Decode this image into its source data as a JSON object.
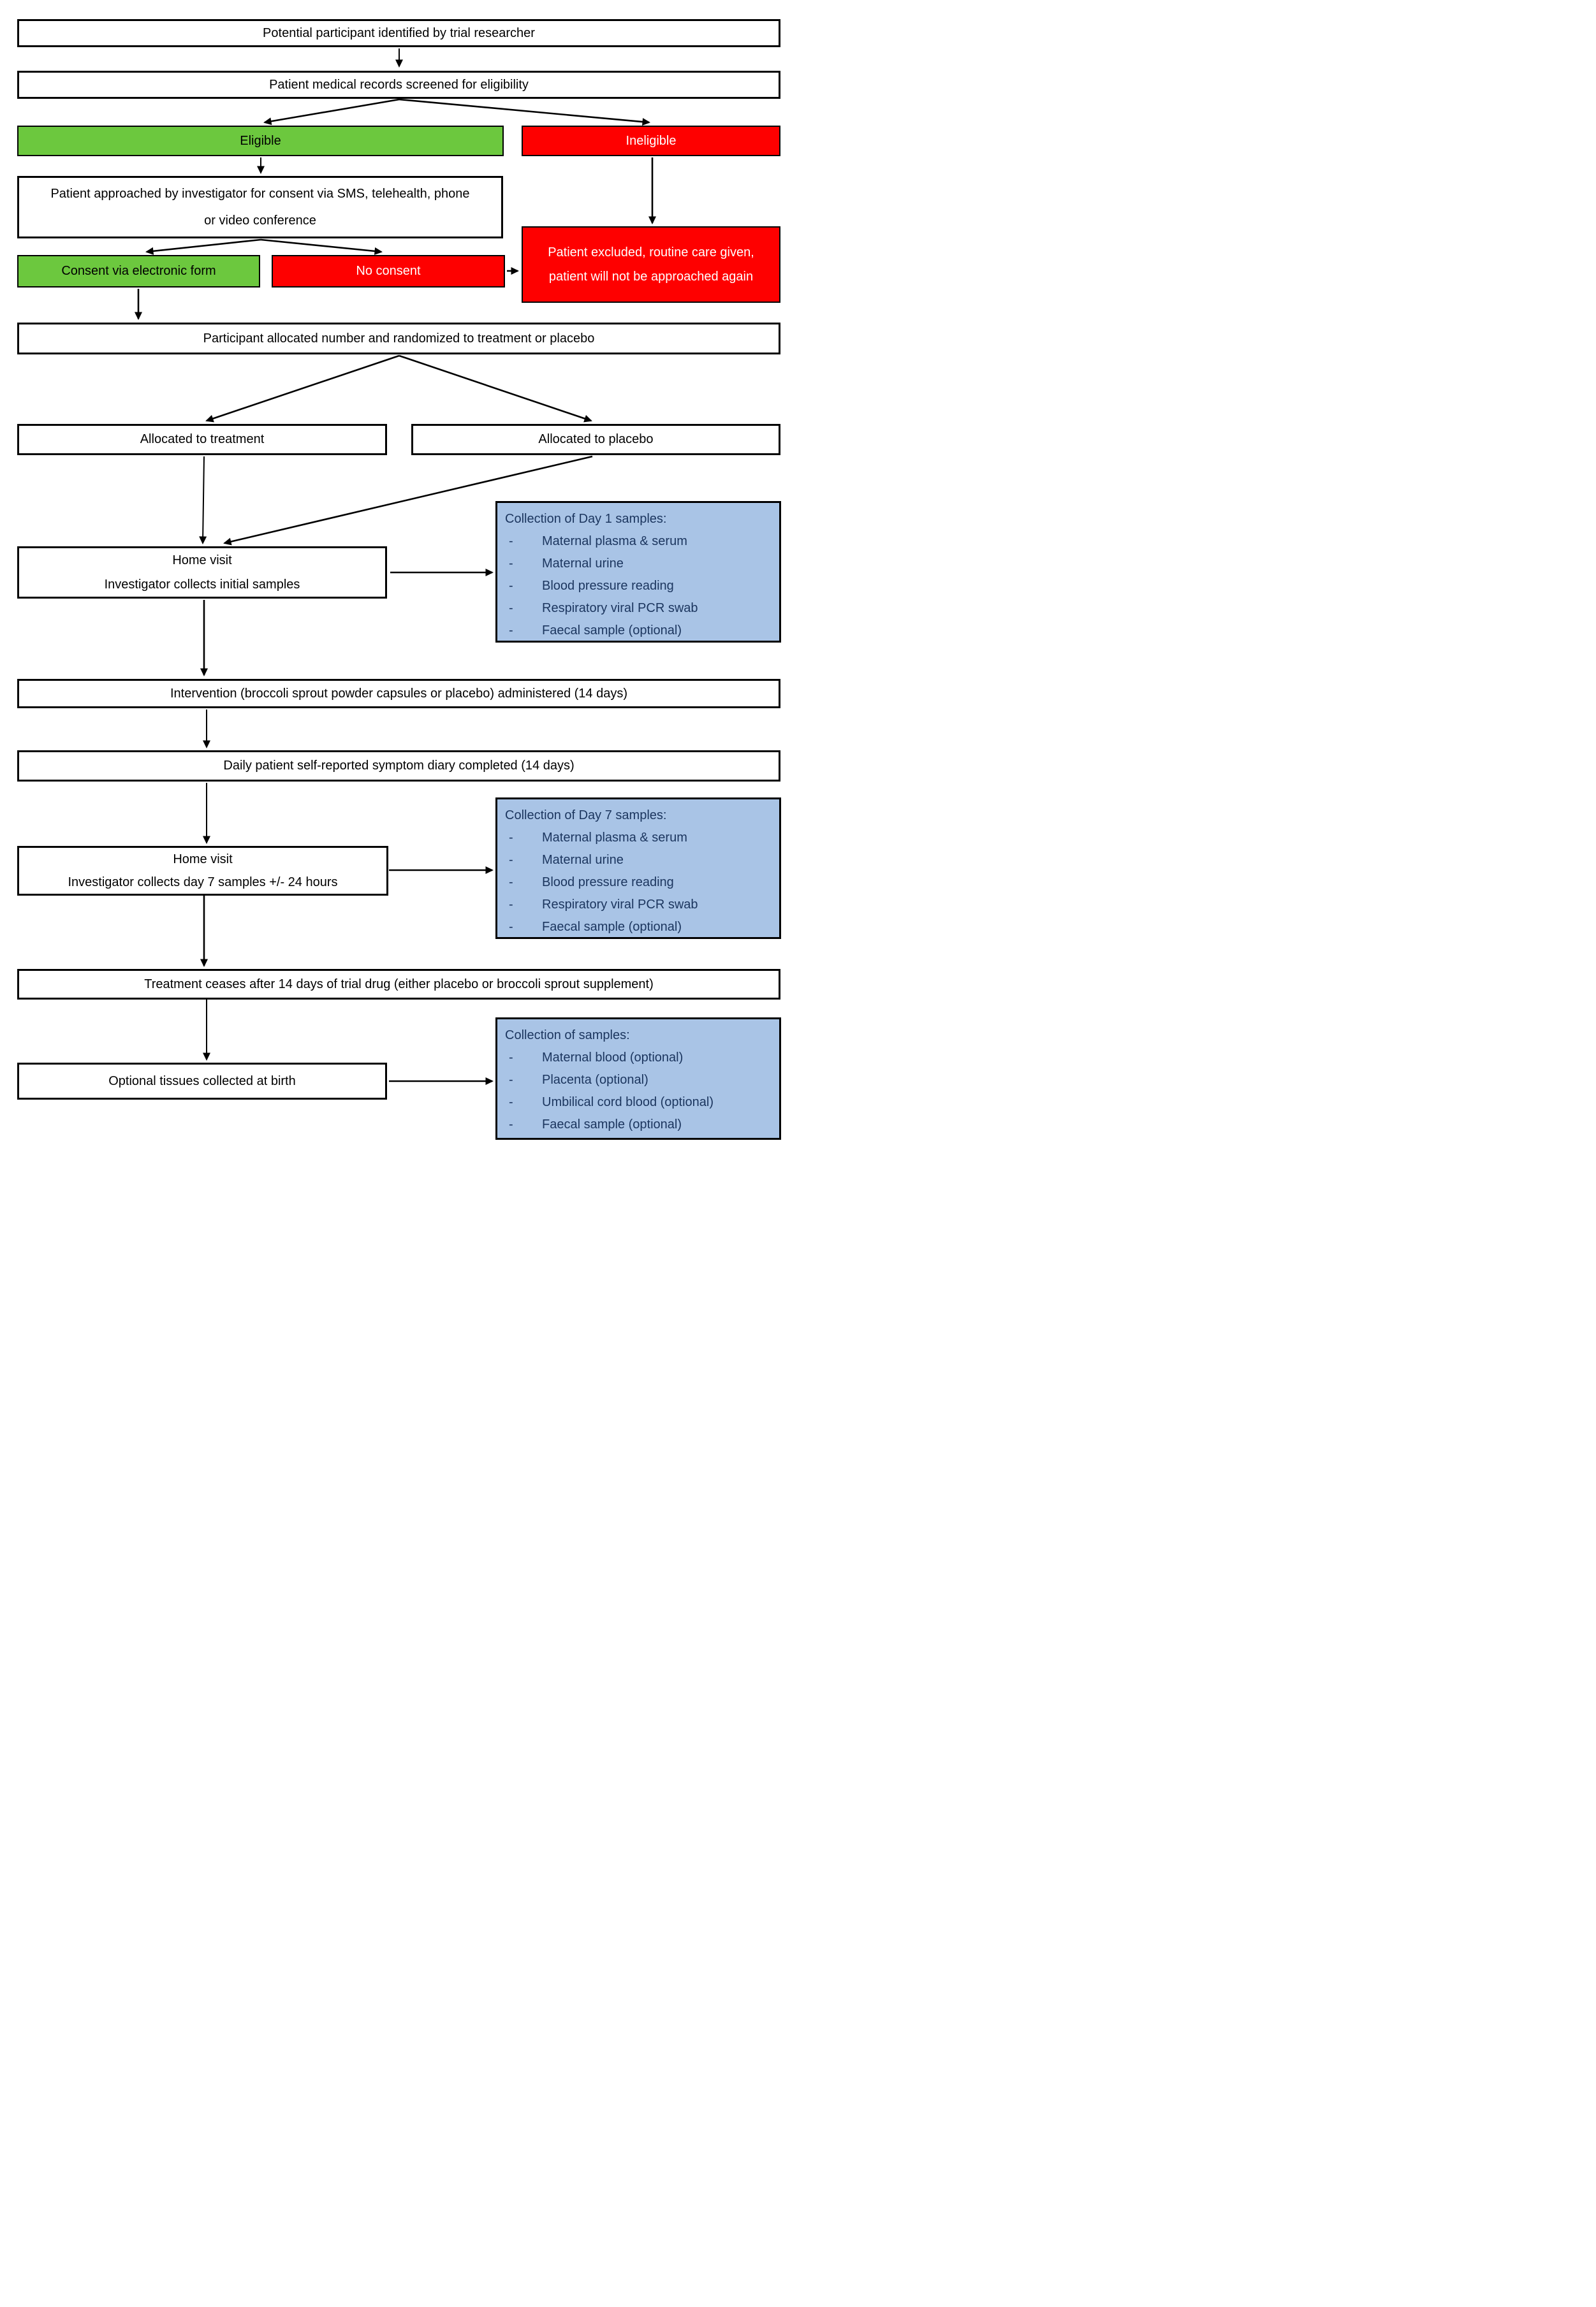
{
  "bullet": "-",
  "colors": {
    "positive_green": "#6cc83e",
    "negative_red": "#fe0000",
    "info_blue": "#a9c4e6",
    "info_text_navy": "#1b355e",
    "box_border": "#000000"
  },
  "nodes": {
    "identified": {
      "label": "Potential participant identified by trial researcher"
    },
    "screened": {
      "label": "Patient medical records screened for eligibility"
    },
    "eligible": {
      "label": "Eligible"
    },
    "ineligible": {
      "label": "Ineligible"
    },
    "approached": {
      "label": "Patient approached by investigator for consent via SMS, telehealth, phone or video conference"
    },
    "consent": {
      "label": "Consent via electronic form"
    },
    "no_consent": {
      "label": "No consent"
    },
    "excluded": {
      "label": "Patient excluded, routine care given, patient will not be approached again"
    },
    "randomized": {
      "label": "Participant allocated number and randomized to treatment or placebo"
    },
    "treatment": {
      "label": "Allocated to treatment"
    },
    "placebo": {
      "label": "Allocated to placebo"
    },
    "home_visit_1": {
      "line1": "Home visit",
      "line2": "Investigator collects initial samples"
    },
    "day1_samples": {
      "title": "Collection of Day 1 samples:",
      "items": [
        "Maternal plasma & serum",
        "Maternal urine",
        "Blood pressure reading",
        "Respiratory viral PCR swab",
        "Faecal sample (optional)"
      ]
    },
    "intervention": {
      "label": "Intervention (broccoli sprout powder capsules or placebo) administered (14 days)"
    },
    "diary": {
      "label": "Daily patient self-reported symptom diary completed (14 days)"
    },
    "home_visit_7": {
      "line1": "Home visit",
      "line2": "Investigator collects day 7 samples +/- 24 hours"
    },
    "day7_samples": {
      "title": "Collection of Day 7 samples:",
      "items": [
        "Maternal plasma & serum",
        "Maternal urine",
        "Blood pressure reading",
        "Respiratory viral PCR swab",
        "Faecal sample (optional)"
      ]
    },
    "ceases": {
      "label": "Treatment ceases after 14 days of trial drug (either placebo or broccoli sprout supplement)"
    },
    "birth_tissues": {
      "label": "Optional tissues collected at birth"
    },
    "birth_samples": {
      "title": "Collection of samples:",
      "items": [
        "Maternal blood (optional)",
        "Placenta (optional)",
        "Umbilical cord blood (optional)",
        "Faecal sample (optional)"
      ]
    }
  }
}
